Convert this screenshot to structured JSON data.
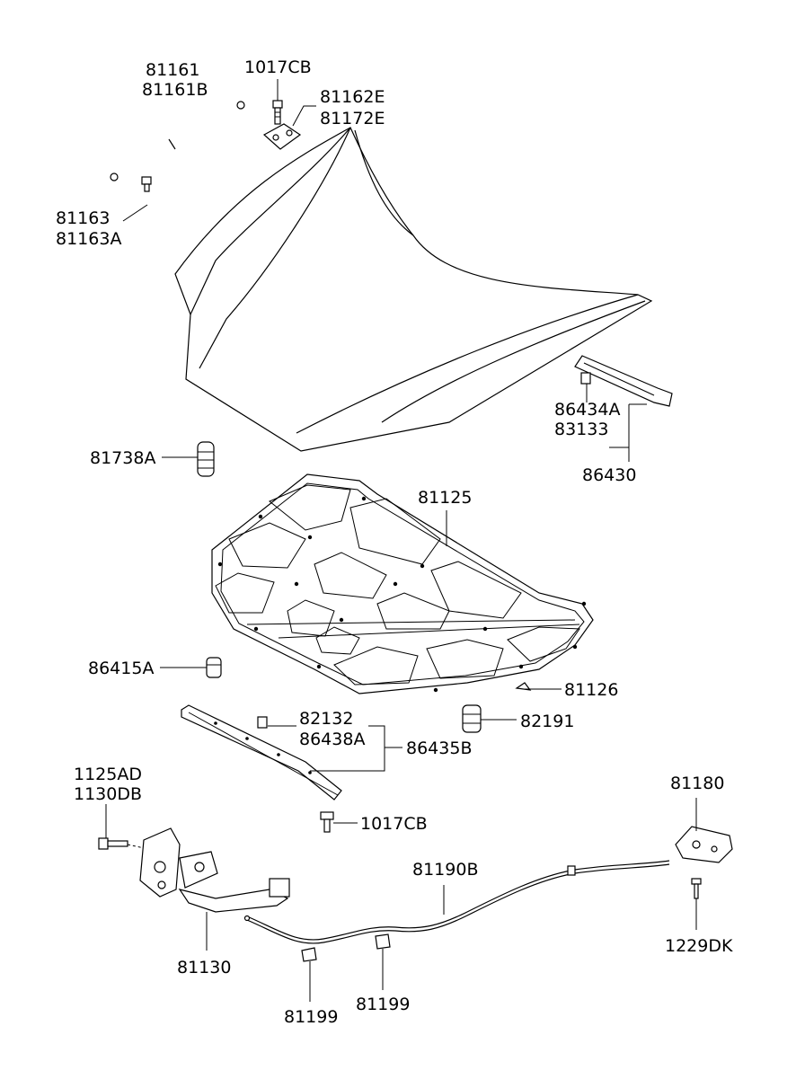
{
  "labels": {
    "l81161": "81161",
    "l81161b": "81161B",
    "l1017cb_top": "1017CB",
    "l81162e": "81162E",
    "l81172e": "81172E",
    "l81163": "81163",
    "l81163a": "81163A",
    "l86434a": "86434A",
    "l83133": "83133",
    "l86430": "86430",
    "l81738a": "81738A",
    "l81125": "81125",
    "l86415a": "86415A",
    "l81126": "81126",
    "l82132": "82132",
    "l86438a": "86438A",
    "l86435b": "86435B",
    "l82191": "82191",
    "l1125ad": "1125AD",
    "l1130db": "1130DB",
    "l1017cb_mid": "1017CB",
    "l81180": "81180",
    "l81190b": "81190B",
    "l1229dk": "1229DK",
    "l81130": "81130",
    "l81199_a": "81199",
    "l81199_b": "81199"
  }
}
